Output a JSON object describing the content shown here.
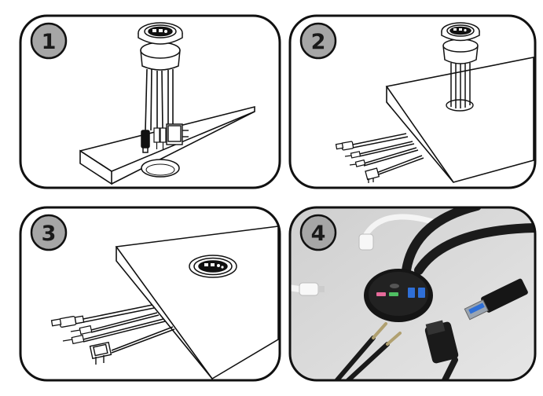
{
  "steps": [
    {
      "number": "1"
    },
    {
      "number": "2"
    },
    {
      "number": "3"
    },
    {
      "number": "4"
    }
  ],
  "colors": {
    "outline": "#111111",
    "badge": "#a6a6a6",
    "desk_photo": "#d9d9d9",
    "usb_blue": "#2f6fd6",
    "audio_pink": "#e66a9a",
    "audio_green": "#4fbf63"
  },
  "icons": [
    "grommet-hub-icon",
    "usb-plug-icon",
    "audio-jack-icon",
    "power-adapter-icon"
  ]
}
